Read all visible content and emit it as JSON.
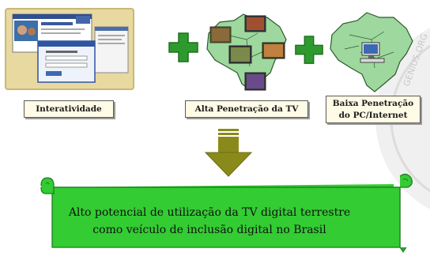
{
  "labels": {
    "interatividade": "Interatividade",
    "alta_penetracao": "Alta Penetração da TV",
    "baixa_line1": "Baixa Penetração",
    "baixa_line2": "do PC/Internet"
  },
  "scroll": {
    "line1": "Alto potencial de utilização da TV digital terrestre",
    "line2": "como veículo de inclusão digital no Brasil"
  },
  "watermark": "GENIUS.ORG",
  "colors": {
    "plus_green": "#2e9a2e",
    "map_green": "#9ed89e",
    "arrow_olive": "#8a8a1a",
    "scroll_green": "#33cc33",
    "label_bg": "#fffbe6"
  }
}
